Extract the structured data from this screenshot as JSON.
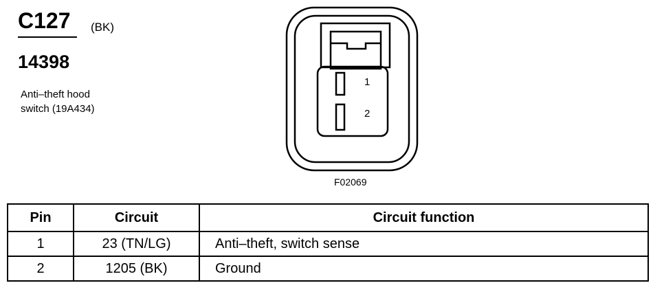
{
  "connector": {
    "id": "C127",
    "color": "(BK)",
    "part_number": "14398",
    "description_lines": [
      "Anti–theft hood",
      "switch (19A434)"
    ]
  },
  "diagram": {
    "pin_labels": [
      "1",
      "2"
    ],
    "figure_id": "F02069"
  },
  "table": {
    "headers": [
      "Pin",
      "Circuit",
      "Circuit function"
    ],
    "rows": [
      {
        "pin": "1",
        "circuit": "23 (TN/LG)",
        "function": "Anti–theft, switch sense"
      },
      {
        "pin": "2",
        "circuit": "1205 (BK)",
        "function": "Ground"
      }
    ]
  }
}
